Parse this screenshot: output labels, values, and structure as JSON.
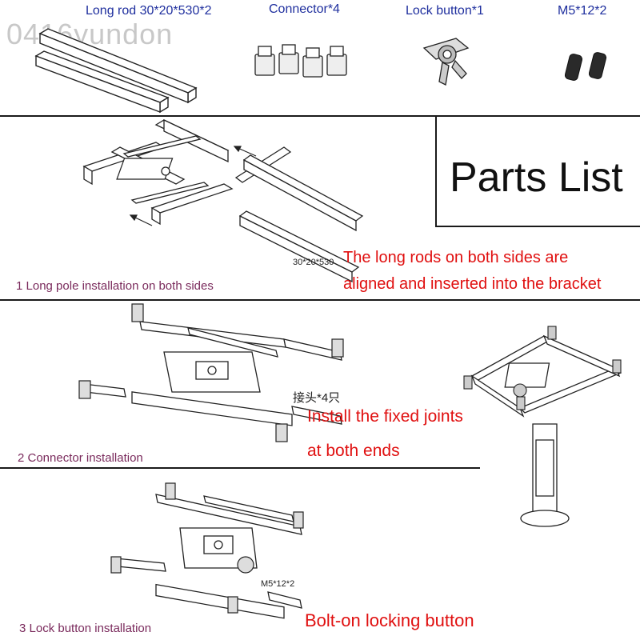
{
  "watermark": "0416yundon",
  "parts": {
    "long_rod": "Long rod 30*20*530*2",
    "connector": "Connector*4",
    "lock_button": "Lock button*1",
    "screws": "M5*12*2"
  },
  "parts_list_title": "Parts List",
  "step1": {
    "label": "1 Long pole installation on both sides",
    "dimension": "30*20*530",
    "note_line1": "The long rods on both sides are",
    "note_line2": "aligned and inserted into the bracket"
  },
  "step2": {
    "label": "2 Connector installation",
    "cn_label": "接头*4只",
    "note_line1": "Install the fixed joints",
    "note_line2": "at both ends"
  },
  "step3": {
    "label": "3 Lock button installation",
    "screw_label": "M5*12*2",
    "note": "Bolt-on locking button"
  }
}
